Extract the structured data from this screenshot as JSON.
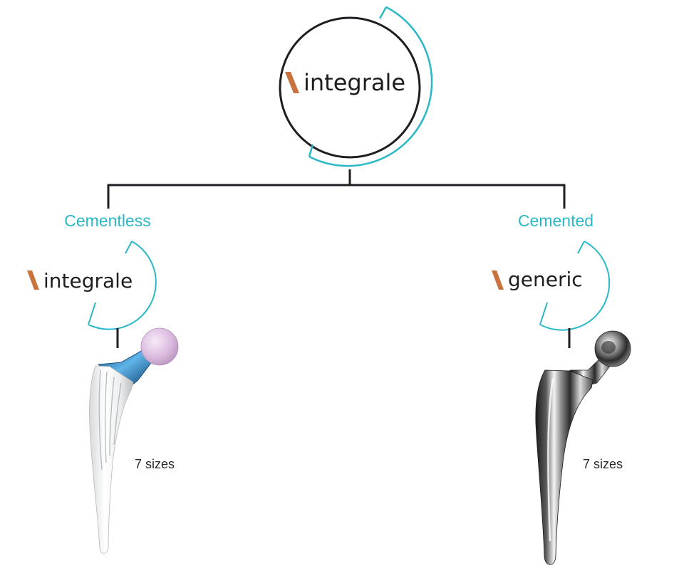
{
  "colors": {
    "accent": "#2bb8c6",
    "logo_mark": "#c8723e",
    "line": "#1e1d21",
    "text": "#2a2a2a"
  },
  "root": {
    "brand": "integrale"
  },
  "branches": [
    {
      "label": "Cementless",
      "brand": "integrale",
      "sizes_label": "7 sizes",
      "implant_finish": "matte-white-with-blue-neck-and-pink-ceramic-head"
    },
    {
      "label": "Cemented",
      "brand": "generic",
      "sizes_label": "7 sizes",
      "implant_finish": "polished-chrome"
    }
  ]
}
